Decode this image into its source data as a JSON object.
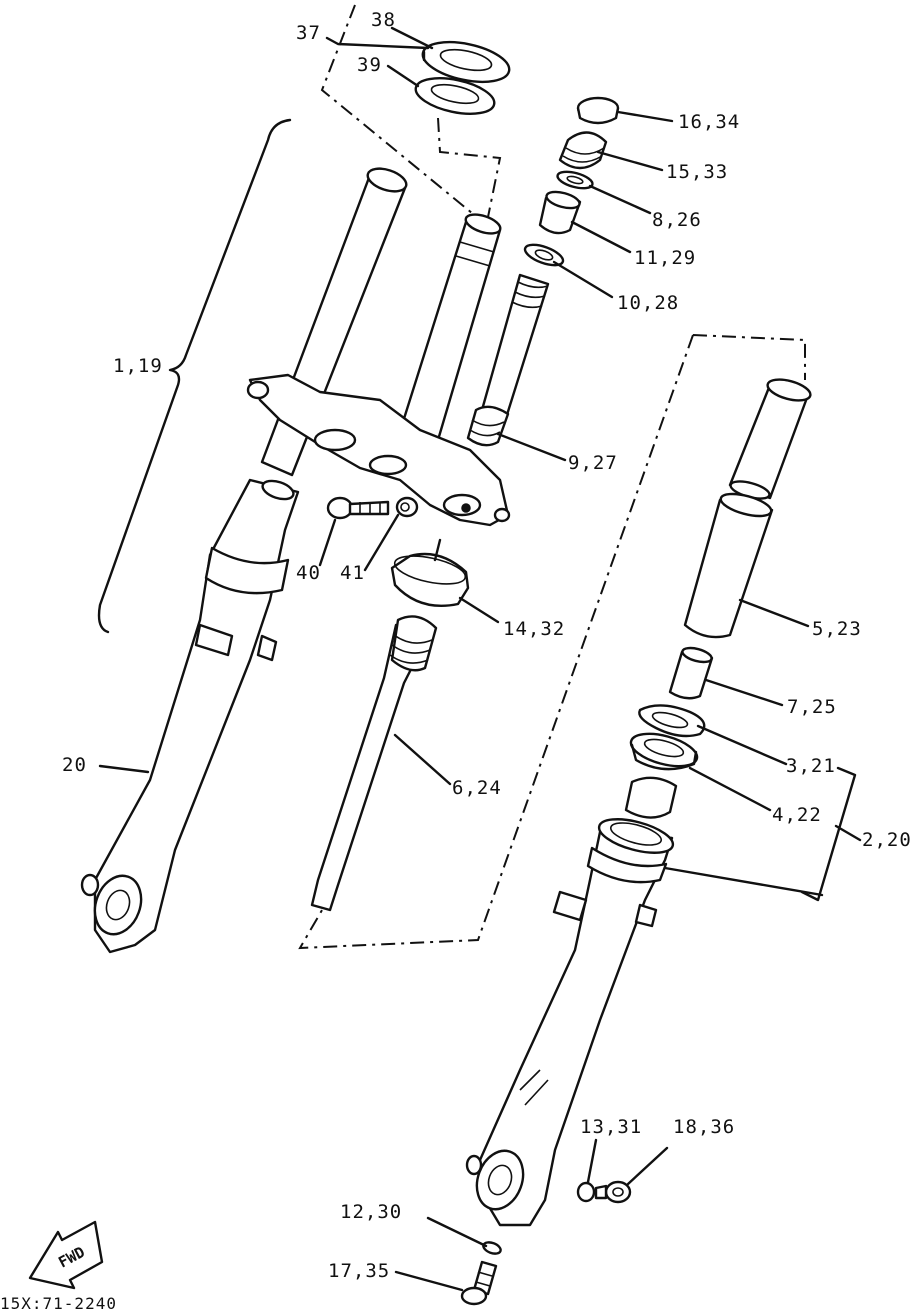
{
  "labels": {
    "p37": "37",
    "p38": "38",
    "p39": "39",
    "p16_34": "16,34",
    "p15_33": "15,33",
    "p8_26": "8,26",
    "p11_29": "11,29",
    "p10_28": "10,28",
    "p1_19": "1,19",
    "p9_27": "9,27",
    "p40": "40",
    "p41": "41",
    "p14_32": "14,32",
    "p5_23": "5,23",
    "p7_25": "7,25",
    "p3_21": "3,21",
    "p4_22": "4,22",
    "p2_20": "2,20",
    "p20": "20",
    "p6_24": "6,24",
    "p13_31": "13,31",
    "p18_36": "18,36",
    "p12_30": "12,30",
    "p17_35": "17,35"
  },
  "fwd_mark": "FWD",
  "diagram_code": "15X:71-2240"
}
